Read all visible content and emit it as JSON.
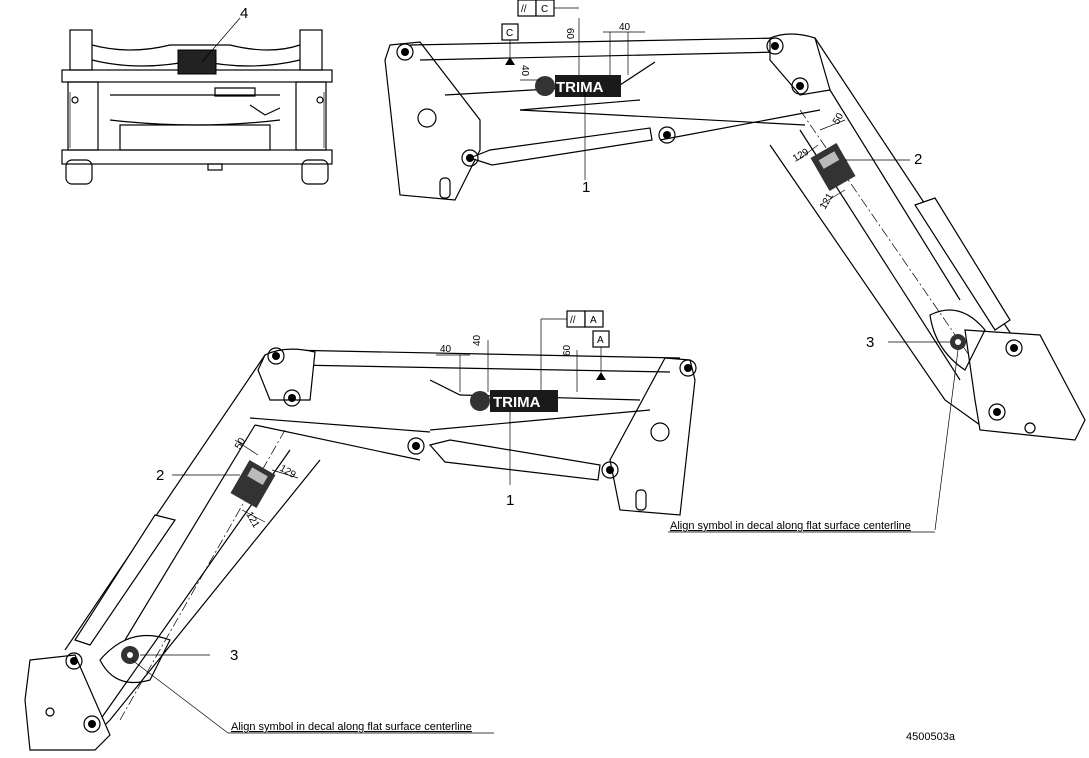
{
  "callouts": {
    "c1": "1",
    "c2": "2",
    "c3": "3",
    "c4": "4"
  },
  "decal_text": "TRIMA",
  "dimensions": {
    "d40": "40",
    "d60": "60",
    "d50": "50",
    "d129": "129",
    "d121": "121"
  },
  "datums": {
    "a": "A",
    "c": "C",
    "parallel": "//"
  },
  "note": "Align symbol in decal along flat surface centerline",
  "drawing_number": "4500503a"
}
